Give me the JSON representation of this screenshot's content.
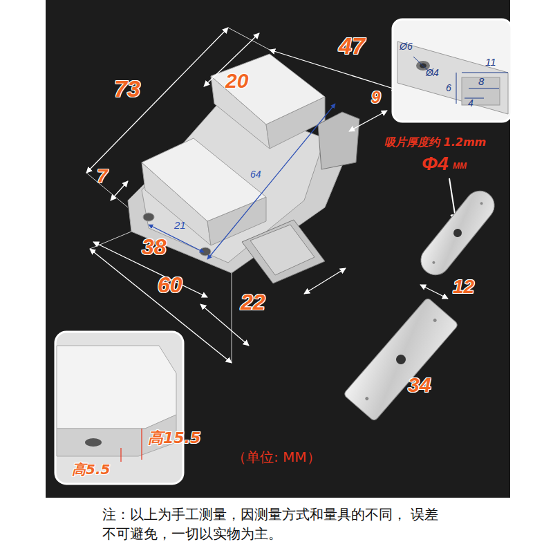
{
  "diagram": {
    "labels": [
      "73",
      "20",
      "47",
      "Ø6",
      "Ø4",
      "6",
      "11",
      "9",
      "8",
      "4",
      "吸片厚度约 1.2mm",
      "Φ4",
      "MM",
      "7",
      "64",
      "21",
      "12",
      "38",
      "60",
      "22",
      "34",
      "高15.5",
      "高5.5",
      "（单位: MM）",
      "注：以上为手工测量，因测量方式和量具的不同， 误差不可避免，一切以实物为主。"
    ]
  }
}
